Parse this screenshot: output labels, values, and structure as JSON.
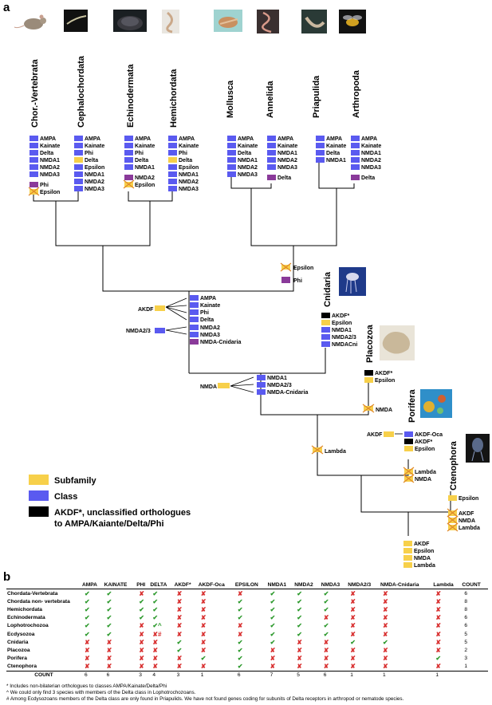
{
  "panel_a_label": "a",
  "panel_b_label": "b",
  "taxa": {
    "chordata_vertebrata": "Chor.-Vertebrata",
    "cephalochordata": "Cephalochordata",
    "echinodermata": "Echinodermata",
    "hemichordata": "Hemichordata",
    "mollusca": "Mollusca",
    "annelida": "Annelida",
    "priapulida": "Priapulida",
    "arthropoda": "Arthropoda",
    "cnidaria": "Cnidaria",
    "placozoa": "Placozoa",
    "porifera": "Porifera",
    "ctenophora": "Ctenophora"
  },
  "gene_lists": {
    "vertebrata": [
      "AMPA",
      "Kainate",
      "Delta",
      "NMDA1",
      "NMDA2",
      "NMDA3",
      "Phi",
      "Epsilon"
    ],
    "cephalochordata": [
      "AMPA",
      "Kainate",
      "Phi",
      "Delta",
      "Epsilon",
      "NMDA1",
      "NMDA2",
      "NMDA3"
    ],
    "echinodermata": [
      "AMPA",
      "Kainate",
      "Phi",
      "Delta",
      "NMDA1",
      "NMDA2",
      "Epsilon"
    ],
    "hemichordata": [
      "AMPA",
      "Kainate",
      "Phi",
      "Delta",
      "Epsilon",
      "NMDA1",
      "NMDA2",
      "NMDA3"
    ],
    "mollusca": [
      "AMPA",
      "Kainate",
      "Delta",
      "NMDA1",
      "NMDA2",
      "NMDA3"
    ],
    "annelida": [
      "AMPA",
      "Kainate",
      "NMDA1",
      "NMDA2",
      "NMDA3",
      "Delta"
    ],
    "priapulida": [
      "AMPA",
      "Kainate",
      "Delta",
      "NMDA1"
    ],
    "arthropoda": [
      "AMPA",
      "Kainate",
      "NMDA1",
      "NMDA2",
      "NMDA3",
      "Delta"
    ],
    "cnidaria": [
      "AKDF*",
      "Epsilon",
      "NMDA1",
      "NMDA2/3",
      "NMDACni"
    ],
    "placozoa": [
      "AKDF*",
      "Epsilon"
    ],
    "porifera": [
      "AKDF-Oca",
      "AKDF*",
      "Epsilon",
      "Lambda",
      "NMDA"
    ],
    "ctenophora": [
      "Epsilon",
      "AKDF",
      "NMDA",
      "Lambda"
    ],
    "root": [
      "AKDF",
      "Epsilon",
      "NMDA",
      "Lambda"
    ]
  },
  "events": {
    "epsilon": "Epsilon",
    "phi": "Phi",
    "akdf": "AKDF",
    "nmda23": "NMDA2/3",
    "nmda": "NMDA",
    "lambda": "Lambda",
    "nmda_loss": "NMDA"
  },
  "derived_lists": {
    "bilaterian": [
      "AMPA",
      "Kainate",
      "Phi",
      "Delta",
      "NMDA2",
      "NMDA3",
      "NMDA-Cnidaria"
    ],
    "nmda_split": [
      "NMDA1",
      "NMDA2/3",
      "NMDA-Cnidaria"
    ]
  },
  "legend": {
    "subfamily": "Subfamily",
    "class": "Class",
    "akdf_line1": "AKDF*, unclassified orthologues",
    "akdf_line2": "to AMPA/Kaiante/Delta/Phi"
  },
  "colors": {
    "subfamily": "#f7d04a",
    "class": "#5a5af0",
    "akdf": "#000000",
    "loss": "#e08a2a",
    "purple": "#8a3a9a",
    "check": "#2e9a2e",
    "cross": "#d83030"
  },
  "table": {
    "headers": [
      "",
      "AMPA",
      "KAINATE",
      "PHI",
      "DELTA",
      "AKDF*",
      "AKDF-Oca",
      "EPSILON",
      "NMDA1",
      "NMDA2",
      "NMDA3",
      "NMDA2/3",
      "NMDA-Cnidaria",
      "Lambda",
      "COUNT"
    ],
    "rows": [
      {
        "label": "Chordata-Vertebrata",
        "cells": [
          "✔",
          "✔",
          "✘",
          "✔",
          "✘",
          "✘",
          "✘",
          "✔",
          "✔",
          "✔",
          "✘",
          "✘",
          "✘"
        ],
        "count": "6"
      },
      {
        "label": "Chordata non- vertebrata",
        "cells": [
          "✔",
          "✔",
          "✔",
          "✔",
          "✘",
          "✘",
          "✔",
          "✔",
          "✔",
          "✔",
          "✘",
          "✘",
          "✘"
        ],
        "count": "8"
      },
      {
        "label": "Hemichordata",
        "cells": [
          "✔",
          "✔",
          "✔",
          "✔",
          "✘",
          "✘",
          "✔",
          "✔",
          "✔",
          "✔",
          "✘",
          "✘",
          "✘"
        ],
        "count": "8"
      },
      {
        "label": "Echinodermata",
        "cells": [
          "✔",
          "✔",
          "✔",
          "✔",
          "✘",
          "✘",
          "✔",
          "✔",
          "✔",
          "✘",
          "✘",
          "✘",
          "✘"
        ],
        "count": "6"
      },
      {
        "label": "Lophotrochozoa",
        "cells": [
          "✔",
          "✔",
          "✘",
          "✔^",
          "✘",
          "✘",
          "✘",
          "✔",
          "✔",
          "✔",
          "✘",
          "✘",
          "✘"
        ],
        "count": "6"
      },
      {
        "label": "Ecdysozoa",
        "cells": [
          "✔",
          "✔",
          "✘",
          "✘#",
          "✘",
          "✘",
          "✘",
          "✔",
          "✔",
          "✔",
          "✘",
          "✘",
          "✘"
        ],
        "count": "5"
      },
      {
        "label": "Cnidaria",
        "cells": [
          "✘",
          "✘",
          "✘",
          "✘",
          "✔",
          "✘",
          "✔",
          "✔",
          "✘",
          "✘",
          "✔",
          "✔",
          "✘"
        ],
        "count": "5"
      },
      {
        "label": "Placozoa",
        "cells": [
          "✘",
          "✘",
          "✘",
          "✘",
          "✔",
          "✘",
          "✔",
          "✘",
          "✘",
          "✘",
          "✘",
          "✘",
          "✘"
        ],
        "count": "2"
      },
      {
        "label": "Porifera",
        "cells": [
          "✘",
          "✘",
          "✘",
          "✘",
          "✘",
          "✔",
          "✔",
          "✘",
          "✘",
          "✘",
          "✘",
          "✘",
          "✔"
        ],
        "count": "3"
      },
      {
        "label": "Ctenophora",
        "cells": [
          "✘",
          "✘",
          "✘",
          "✘",
          "✘",
          "✘",
          "✔",
          "✘",
          "✘",
          "✘",
          "✘",
          "✘",
          "✘"
        ],
        "count": "1"
      }
    ],
    "count_label": "COUNT",
    "counts": [
      "6",
      "6",
      "3",
      "4",
      "3",
      "1",
      "6",
      "7",
      "5",
      "6",
      "1",
      "1",
      "1"
    ]
  },
  "footnotes": [
    "* Includes non-bilaterian orthologues to classes AMPA/Kainate/Delta/Phi",
    "^ We could only find 3 species with members of the Delta class in Lophotrochozoans.",
    "# Among Ecdysozoans members of the Delta class are only found in Priapulids. We have not found genes coding for subunits of Delta receptors in arthropod or nematode species."
  ]
}
